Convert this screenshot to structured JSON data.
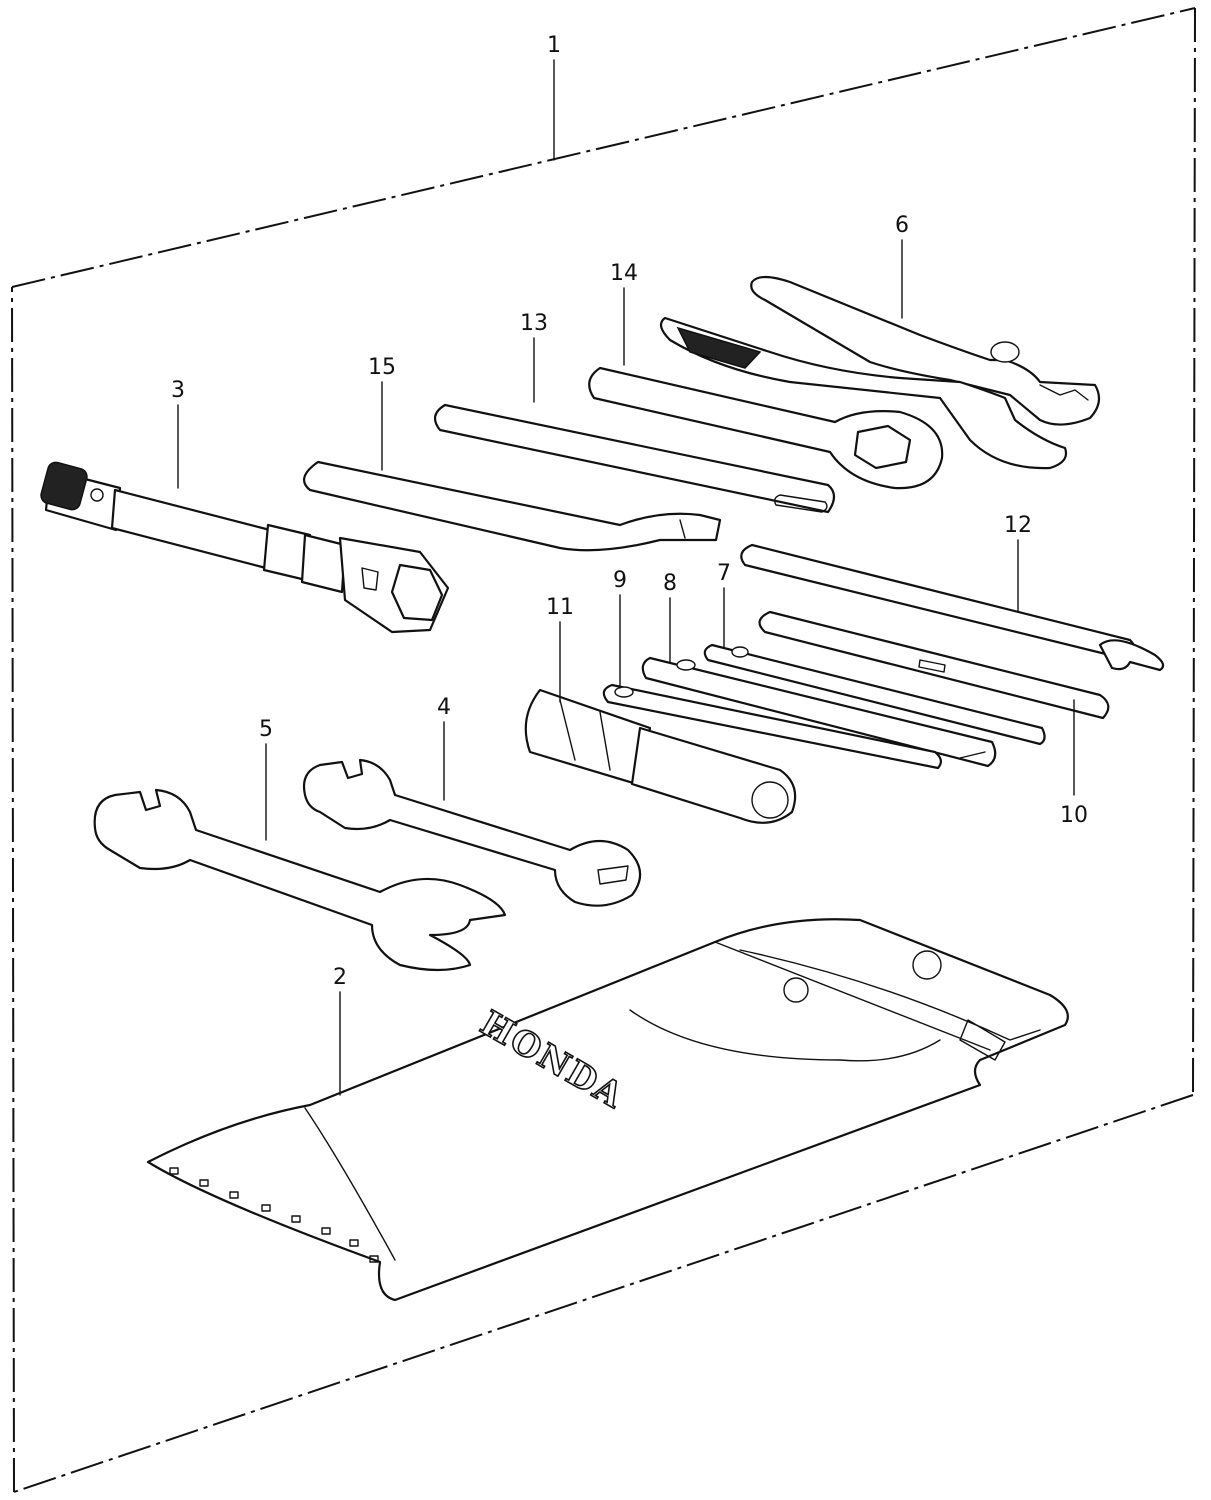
{
  "callouts": {
    "c1": "1",
    "c2": "2",
    "c3": "3",
    "c4": "4",
    "c5": "5",
    "c6": "6",
    "c7": "7",
    "c8": "8",
    "c9": "9",
    "c10": "10",
    "c11": "11",
    "c12": "12",
    "c13": "13",
    "c14": "14",
    "c15": "15"
  },
  "bag": {
    "brand_text": "HONDA"
  }
}
